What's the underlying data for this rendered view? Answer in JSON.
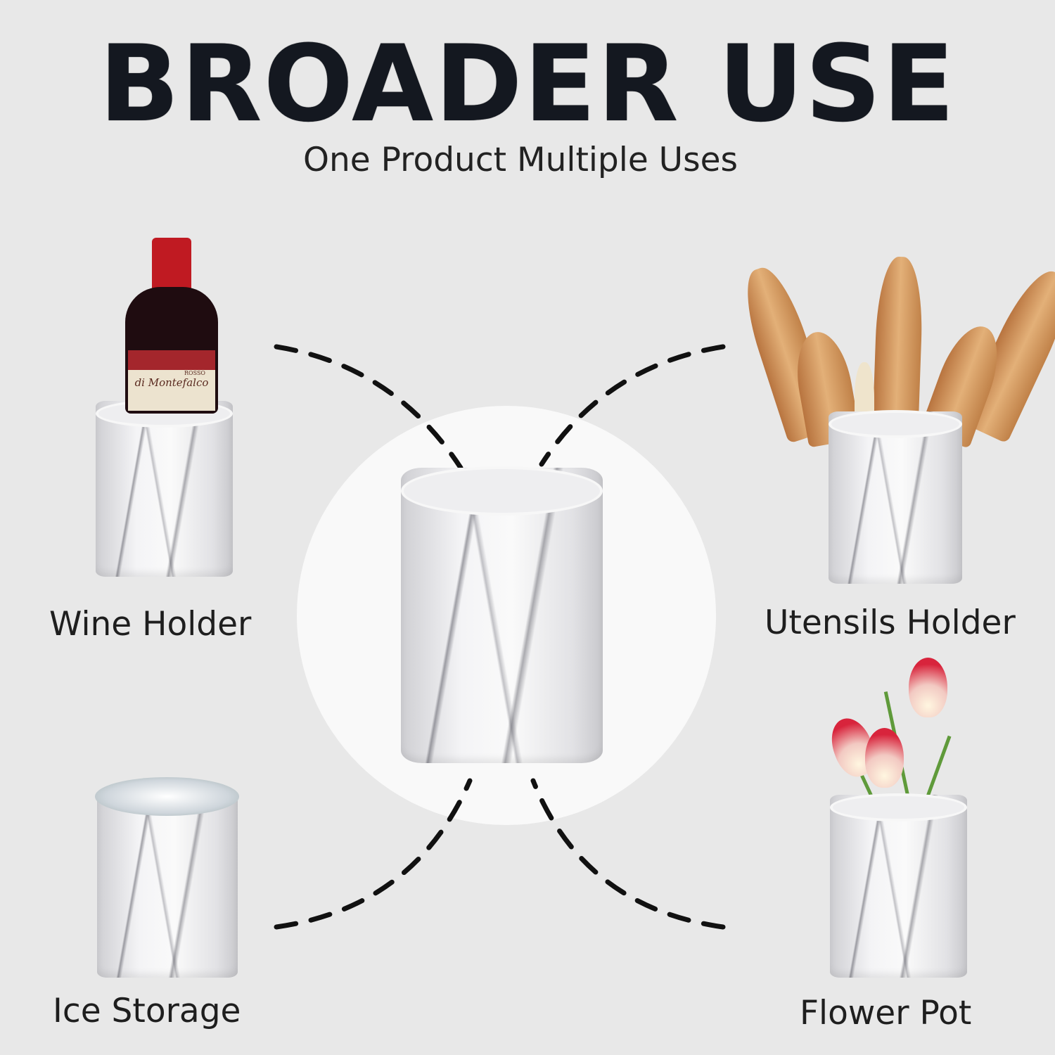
{
  "header": {
    "title": "BROADER USE",
    "subtitle": "One Product Multiple Uses"
  },
  "uses": [
    {
      "label": "Wine Holder",
      "icon": "wine-bottle"
    },
    {
      "label": "Utensils Holder",
      "icon": "wooden-utensils"
    },
    {
      "label": "Ice Storage",
      "icon": "ice-cubes"
    },
    {
      "label": "Flower Pot",
      "icon": "tulips"
    }
  ],
  "wine_label": {
    "line1": "ROSSO",
    "line2": "di Montefalco"
  },
  "colors": {
    "background": "#e8e8e8",
    "circle": "#f9f9f9",
    "title": "#141820",
    "marble": "#f2f2f4"
  }
}
